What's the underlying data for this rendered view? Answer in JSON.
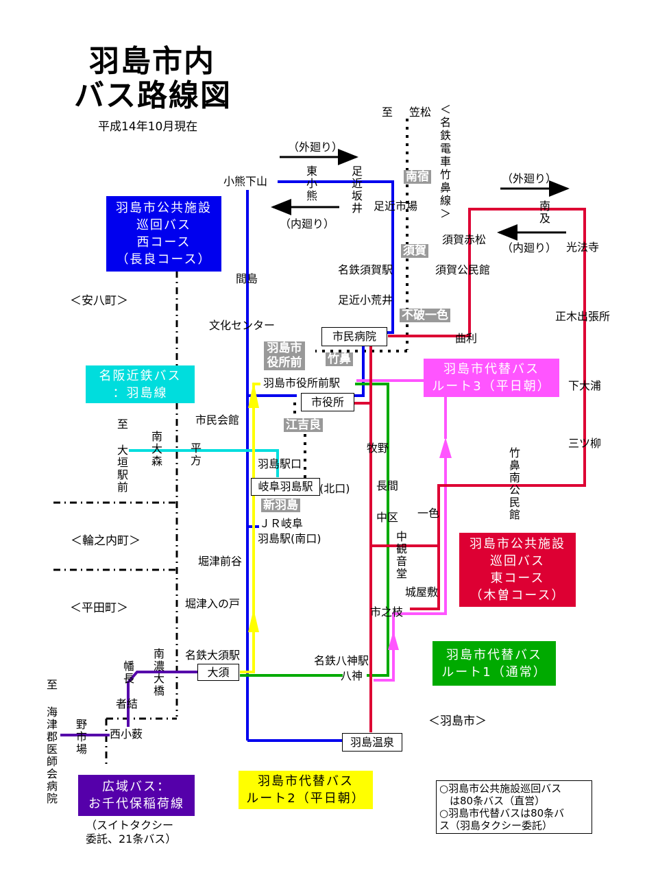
{
  "title": {
    "line1": "羽島市内",
    "line2": "バス路線図",
    "date": "平成14年10月現在"
  },
  "colors": {
    "west_course": "#0000ee",
    "east_course": "#dd0033",
    "route1": "#00aa00",
    "route2": "#ffff00",
    "route3": "#ff55ff",
    "meihan": "#00dddd",
    "kouiki": "#5500aa",
    "railway_label_bg": "#999999"
  },
  "legends": {
    "west": [
      "羽島市公共施設",
      "巡回バス",
      "西コース",
      "（長良コース）"
    ],
    "east": [
      "羽島市公共施設",
      "巡回バス",
      "東コース",
      "（木曽コース）"
    ],
    "route1": [
      "羽島市代替バス",
      "ルート1（通常）"
    ],
    "route2": [
      "羽島市代替バス",
      "ルート2（平日朝）"
    ],
    "route3": [
      "羽島市代替バス",
      "ルート3（平日朝）"
    ],
    "meihan": [
      "名阪近鉄バス",
      "：羽島線"
    ],
    "kouiki": [
      "広域バス：",
      "お千代保稲荷線"
    ],
    "kouiki_note": [
      "（スイトタクシー",
      "委託、21条バス）"
    ]
  },
  "notes": [
    "○羽島市公共施設巡回バス",
    "　は80条バス（直営）",
    "○羽島市代替バスは80条バ",
    "ス（羽島タクシー委託）"
  ],
  "towns": {
    "anpachi": "＜安八町＞",
    "wanouchi": "＜輪之内町＞",
    "hirata": "＜平田町＞",
    "hashima": "＜羽島市＞"
  },
  "directions": {
    "outer": "（外廻り）",
    "inner": "（内廻り）"
  },
  "railway": {
    "line_name": "＜名鉄電車　竹鼻線＞",
    "to_label": "至",
    "to_kasamatsu": "笠松",
    "stations": [
      "南宿",
      "須賀",
      "不破一色",
      "竹鼻",
      "羽島市役所前",
      "江吉良",
      "新羽島"
    ]
  },
  "boxed_stops": {
    "shimin_byoin": "市民病院",
    "shiyakusho": "市役所",
    "gifu_hashima": "岐阜羽島駅",
    "osu": "大須",
    "hashima_onsen": "羽島温泉"
  },
  "stops": {
    "oguma_shimoyama": "小熊下山",
    "higashi_oguma": "東小熊",
    "ajika_sakai": "足近坂井",
    "ajika_ichiba": "足近市場",
    "meitetsu_suga": "名鉄須賀駅",
    "ajika_koarai": "足近小荒井",
    "majima": "間島",
    "bunka_center": "文化センター",
    "hashima_shiyakusho_mae_eki": "羽島市役所前駅",
    "shimin_kaikan": "市民会館",
    "hashima_eki_guchi": "羽島駅口",
    "kitaguchi": "(北口)",
    "jr_gifu_hashima_south": [
      "ＪＲ岐阜",
      "羽島駅(南口)"
    ],
    "horizu_maedani": "堀津前谷",
    "horizu_irinoto": "堀津入の戸",
    "meitetsu_osu": "名鉄大須駅",
    "meitetsu_yagami": "名鉄八神駅",
    "yagami": "八神",
    "makino": "牧野",
    "nagama": "長間",
    "nakaku": "中区",
    "naka_kannondo": "中観音堂",
    "isshiki": "一色",
    "shiroyashiki": "城屋敷",
    "ichinoeda": "市之枝",
    "suga_akamatsu": "須賀赤松",
    "suga_kouminkan": "須賀公民館",
    "magari": "曲利",
    "minami_oyobi": "南及",
    "kohoji": "光法寺",
    "masaki_shucchojo": "正木出張所",
    "shimo_ourra": "下大浦",
    "mitsuyanagi": "三ツ柳",
    "takehana_minami_kouminkan": "竹鼻南公民館",
    "to_label": "至",
    "ogaki_ekimae": "大垣駅前",
    "minami_omori": "南大森",
    "hirakata": "平方",
    "kaizu_ishikai": "海津郡医師会病院",
    "nomichiba": "野市場",
    "nishi_oyabu": "西小薮",
    "mono_yui": "者結",
    "hata_osa": "幡長",
    "minami_nou_ohashi": "南濃大橋"
  }
}
